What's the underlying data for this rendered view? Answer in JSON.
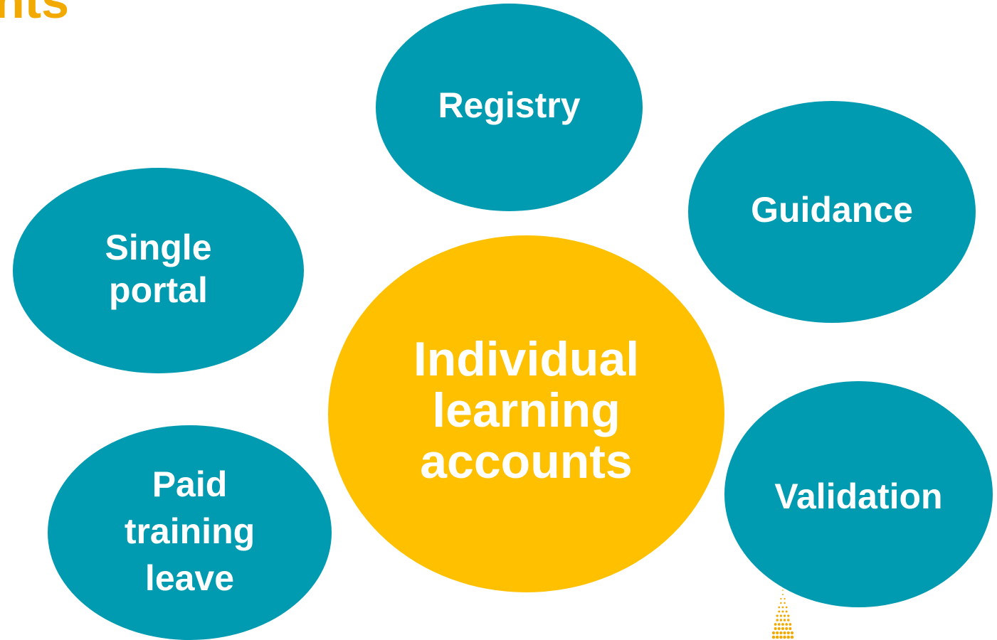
{
  "title_fragment": "nts",
  "diagram": {
    "center": {
      "label": "Individual\nlearning\naccounts"
    },
    "nodes": [
      {
        "id": "registry",
        "label": "Registry"
      },
      {
        "id": "guidance",
        "label": "Guidance"
      },
      {
        "id": "single_portal",
        "label": "Single\nportal"
      },
      {
        "id": "paid_training_leave",
        "label": "Paid\ntraining\nleave"
      },
      {
        "id": "validation",
        "label": "Validation"
      }
    ]
  },
  "colors": {
    "node": "#009BB0",
    "center": "#FFC000",
    "title": "#F2A900",
    "text": "#FFFFFF",
    "dots": "#F2A900"
  },
  "decorations": {
    "dot_pattern_icon": "dot-triangle-icon"
  }
}
